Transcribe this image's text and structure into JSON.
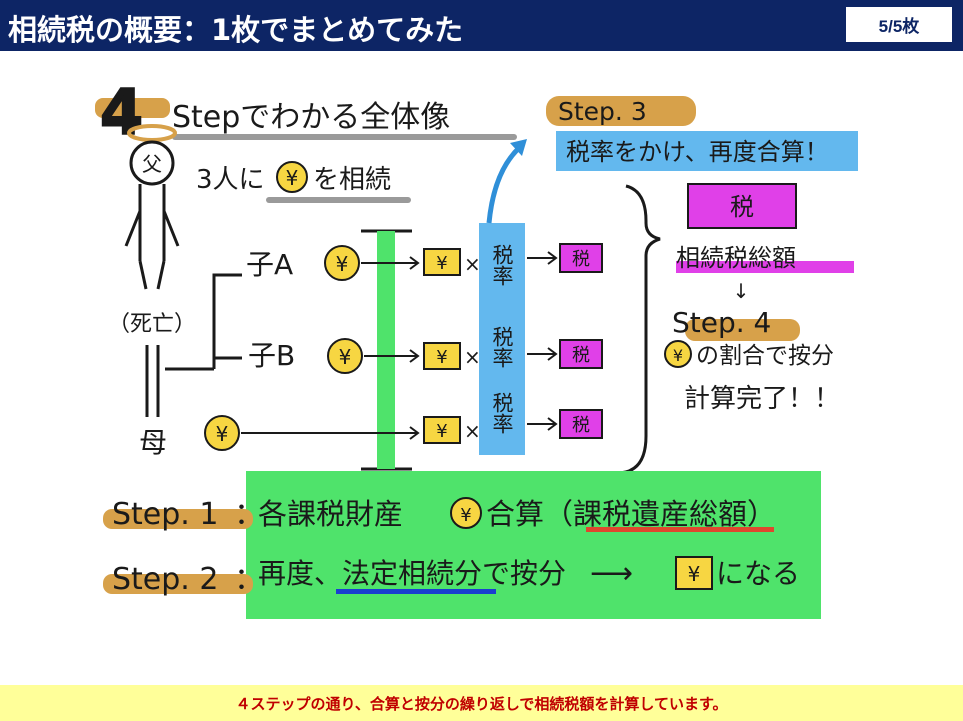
{
  "header": {
    "title": "相続税の概要：1枚でまとめてみた",
    "page_indicator": "5/5枚"
  },
  "diagram": {
    "heading_number": "4",
    "heading_text": "Stepでわかる全体像",
    "subheading": "3人に",
    "subheading_tail": "を相続",
    "coin_symbol": "¥",
    "father": {
      "face_char": "父",
      "status": "（死亡）"
    },
    "mother": "母",
    "heirs": [
      {
        "label": "子A"
      },
      {
        "label": "子B"
      }
    ],
    "multiply_sign": "×",
    "rate_label": "税率",
    "tax_box_label": "税",
    "step3": {
      "label": "Step. 3",
      "text": "税率をかけ、再度合算！"
    },
    "right_panel": {
      "tax_box": "税",
      "total_label": "相続税総額",
      "down_arrow": "↓",
      "step4_label": "Step. 4",
      "step4_line1": "の割合で按分",
      "step4_line2": "計算完了！！"
    },
    "step1": {
      "label": "Step. 1",
      "colon": "：",
      "text_a": "各課税財産",
      "text_b": "合算（課税遺産総額）"
    },
    "step2": {
      "label": "Step. 2",
      "colon": "：",
      "text_a": "再度、法定相続分で按分",
      "arrow": "⟶",
      "text_b": "になる"
    },
    "colors": {
      "orange_highlight": "#d7a14a",
      "green_box": "#4fe36b",
      "blue_box": "#63b8ee",
      "magenta": "#e040e8",
      "coin": "#f7d642",
      "yen_box": "#f7d642",
      "navy": "#0d2565"
    }
  },
  "footer": {
    "caption": "４ステップの通り、合算と按分の繰り返しで相続税額を計算しています。"
  }
}
